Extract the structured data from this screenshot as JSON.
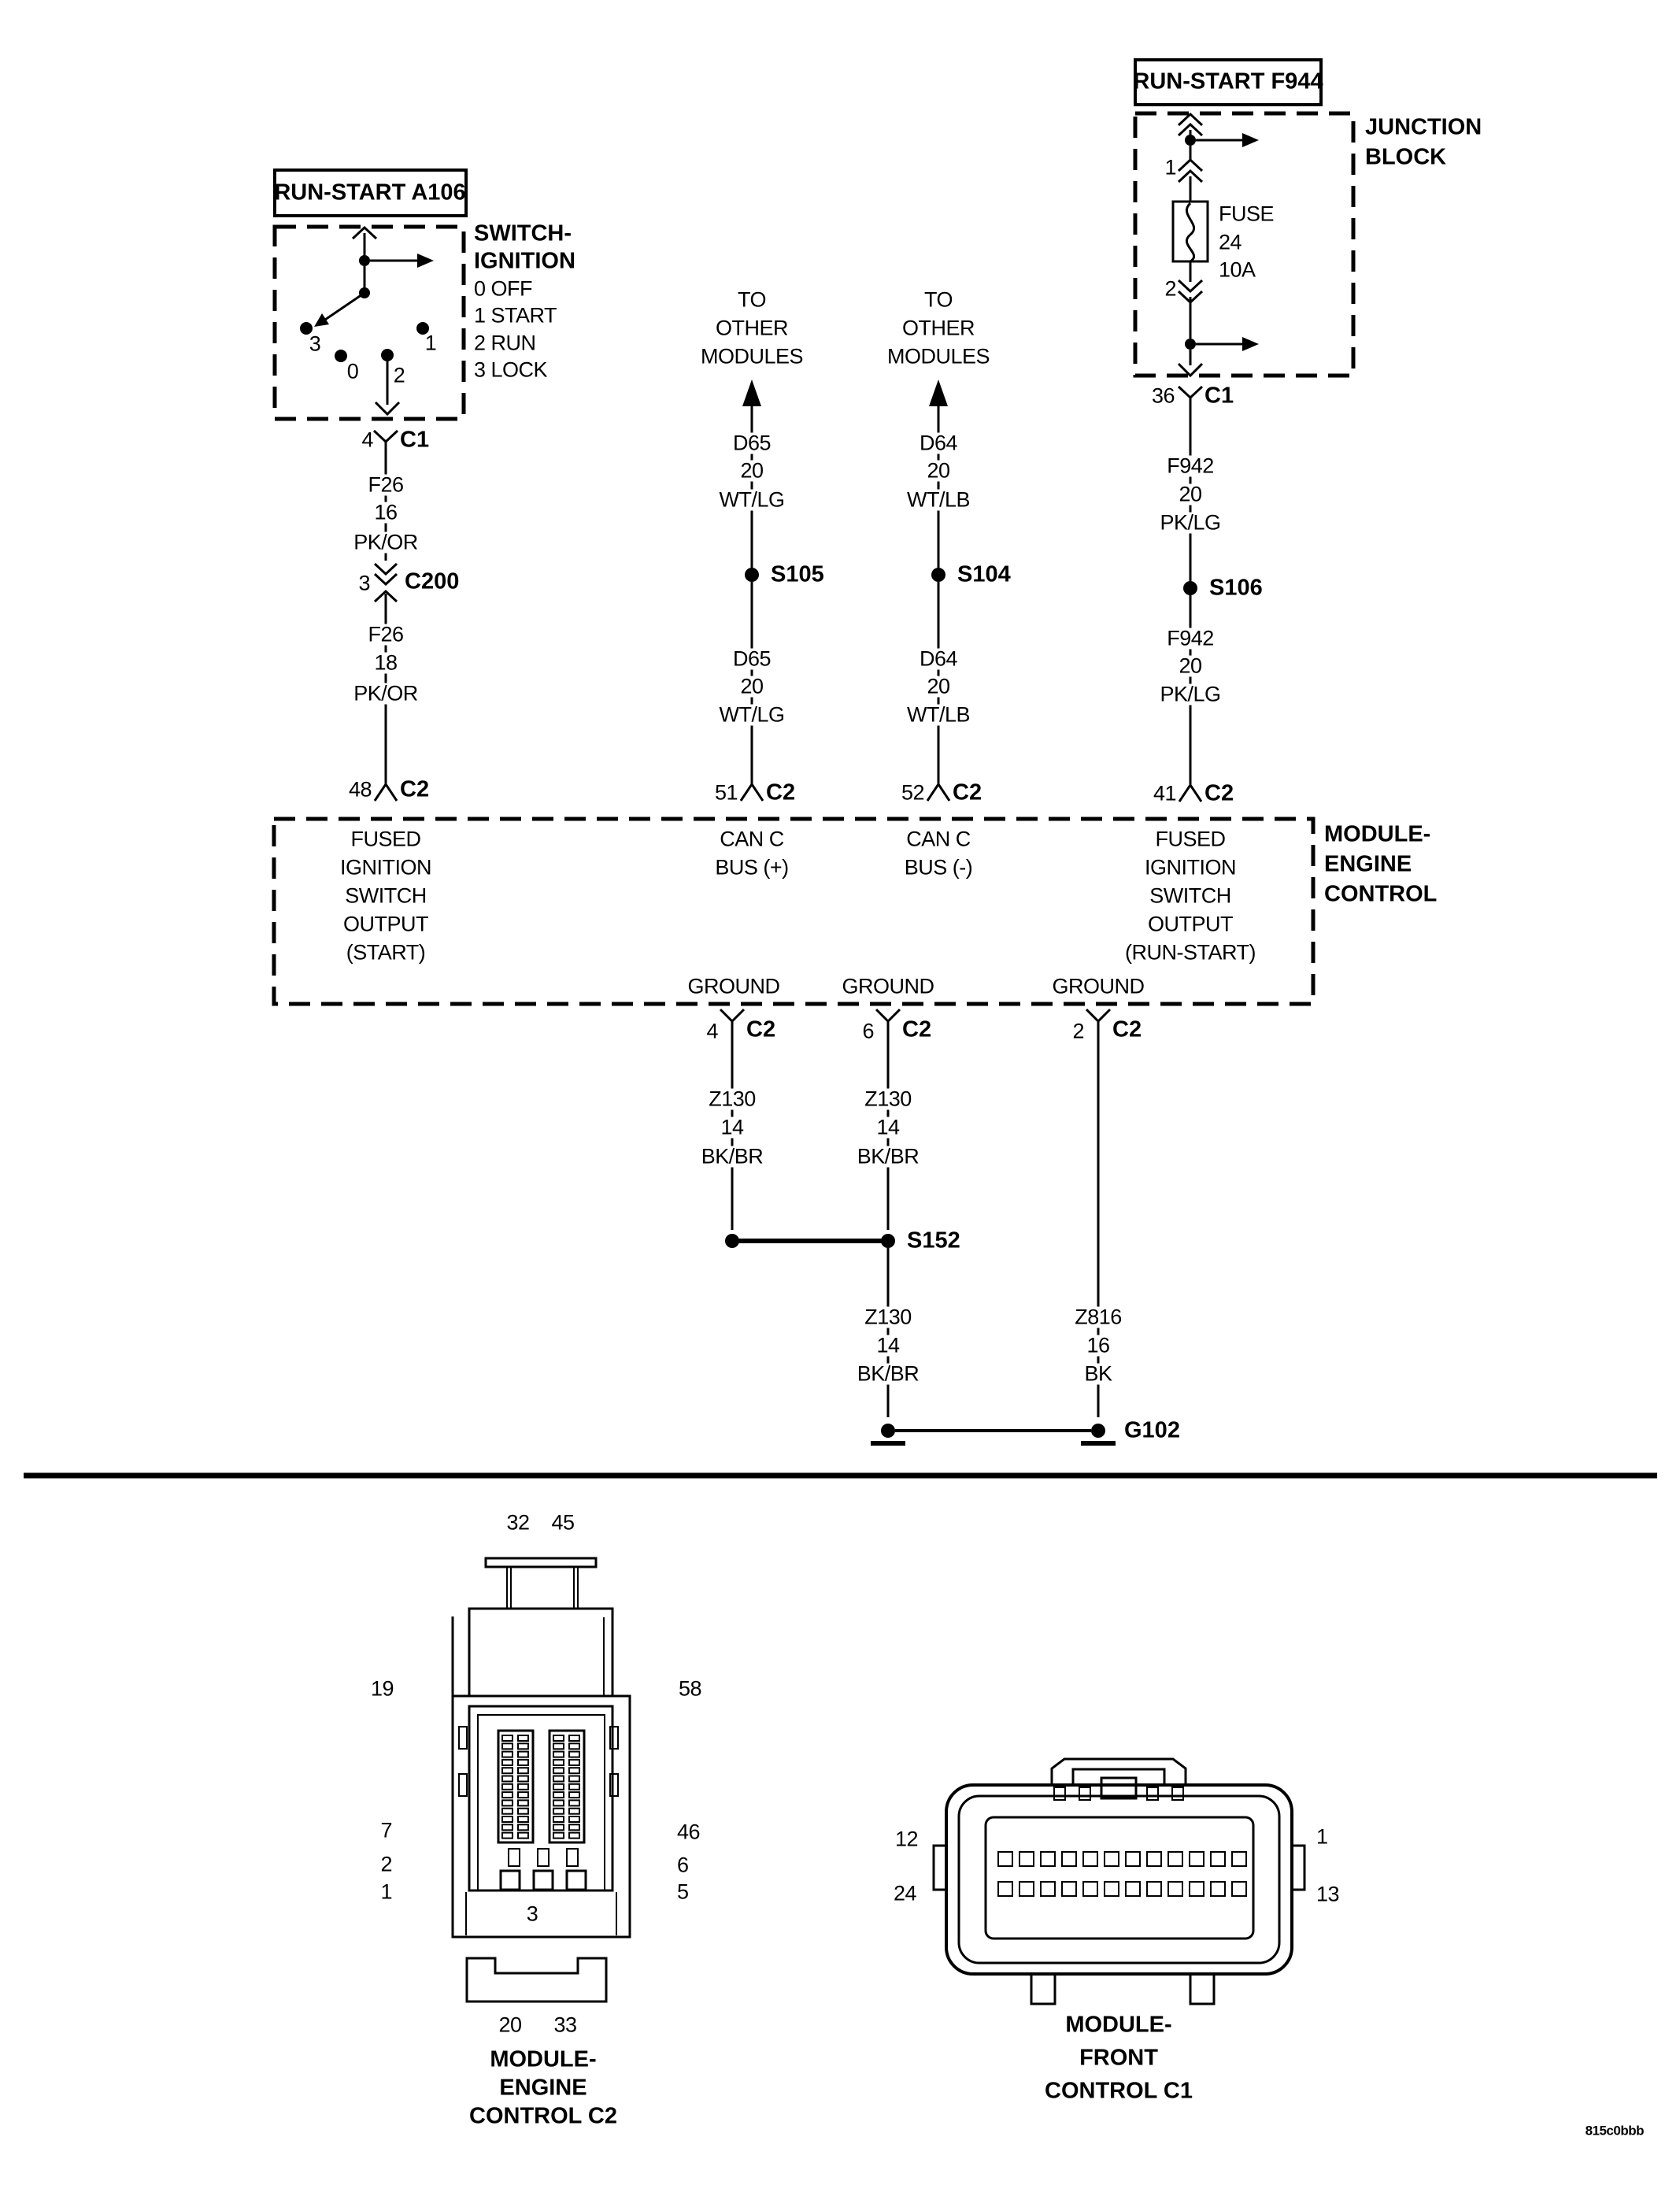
{
  "ignition": {
    "title": "RUN-START A106",
    "switch_name": [
      "SWITCH-",
      "IGNITION"
    ],
    "positions": [
      "0 OFF",
      "1 START",
      "2 RUN",
      "3 LOCK"
    ],
    "terminals": {
      "t3": "3",
      "t0": "0",
      "t2": "2",
      "t1": "1"
    },
    "out_pin": "4",
    "out_conn": "C1"
  },
  "start_circuit": {
    "wire_a": {
      "circuit": "F26",
      "gauge": "16",
      "color": "PK/OR"
    },
    "c200_pin": "3",
    "c200": "C200",
    "wire_b": {
      "circuit": "F26",
      "gauge": "18",
      "color": "PK/OR"
    },
    "pin": "48",
    "conn": "C2",
    "module_label": [
      "FUSED",
      "IGNITION",
      "SWITCH",
      "OUTPUT",
      "(START)"
    ]
  },
  "can_plus": {
    "to_other": [
      "TO",
      "OTHER",
      "MODULES"
    ],
    "wire": {
      "circuit": "D65",
      "gauge": "20",
      "color": "WT/LG"
    },
    "splice": "S105",
    "pin": "51",
    "conn": "C2",
    "module_label": [
      "CAN C",
      "BUS (+)"
    ]
  },
  "can_minus": {
    "to_other": [
      "TO",
      "OTHER",
      "MODULES"
    ],
    "wire": {
      "circuit": "D64",
      "gauge": "20",
      "color": "WT/LB"
    },
    "splice": "S104",
    "pin": "52",
    "conn": "C2",
    "module_label": [
      "CAN C",
      "BUS (-)"
    ]
  },
  "run_start": {
    "title": "RUN-START F944",
    "junction": [
      "JUNCTION",
      "BLOCK"
    ],
    "pin1": "1",
    "pin2": "2",
    "fuse": {
      "label": "FUSE",
      "number": "24",
      "rating": "10A"
    },
    "jb_pin": "36",
    "jb_conn": "C1",
    "wire": {
      "circuit": "F942",
      "gauge": "20",
      "color": "PK/LG"
    },
    "splice": "S106",
    "pin": "41",
    "conn": "C2",
    "module_label": [
      "FUSED",
      "IGNITION",
      "SWITCH",
      "OUTPUT",
      "(RUN-START)"
    ]
  },
  "module": {
    "name": [
      "MODULE-",
      "ENGINE",
      "CONTROL"
    ],
    "ground_label": "GROUND"
  },
  "grounds": {
    "pin_a": "4",
    "pin_b": "6",
    "pin_c": "2",
    "conn": "C2",
    "z130": {
      "circuit": "Z130",
      "gauge": "14",
      "color": "BK/BR"
    },
    "z816": {
      "circuit": "Z816",
      "gauge": "16",
      "color": "BK"
    },
    "splice": "S152",
    "ground": "G102"
  },
  "c2_connector": {
    "top": [
      "32",
      "45"
    ],
    "left": [
      "19",
      "7",
      "2",
      "1"
    ],
    "right": [
      "58",
      "46",
      "6",
      "5"
    ],
    "inner": "3",
    "bottom": [
      "20",
      "33"
    ],
    "caption": [
      "MODULE-",
      "ENGINE",
      "CONTROL C2"
    ]
  },
  "c1_connector": {
    "left": [
      "12",
      "24"
    ],
    "right": [
      "1",
      "13"
    ],
    "caption": [
      "MODULE-",
      "FRONT",
      "CONTROL C1"
    ]
  },
  "footer_code": "815c0bbb"
}
